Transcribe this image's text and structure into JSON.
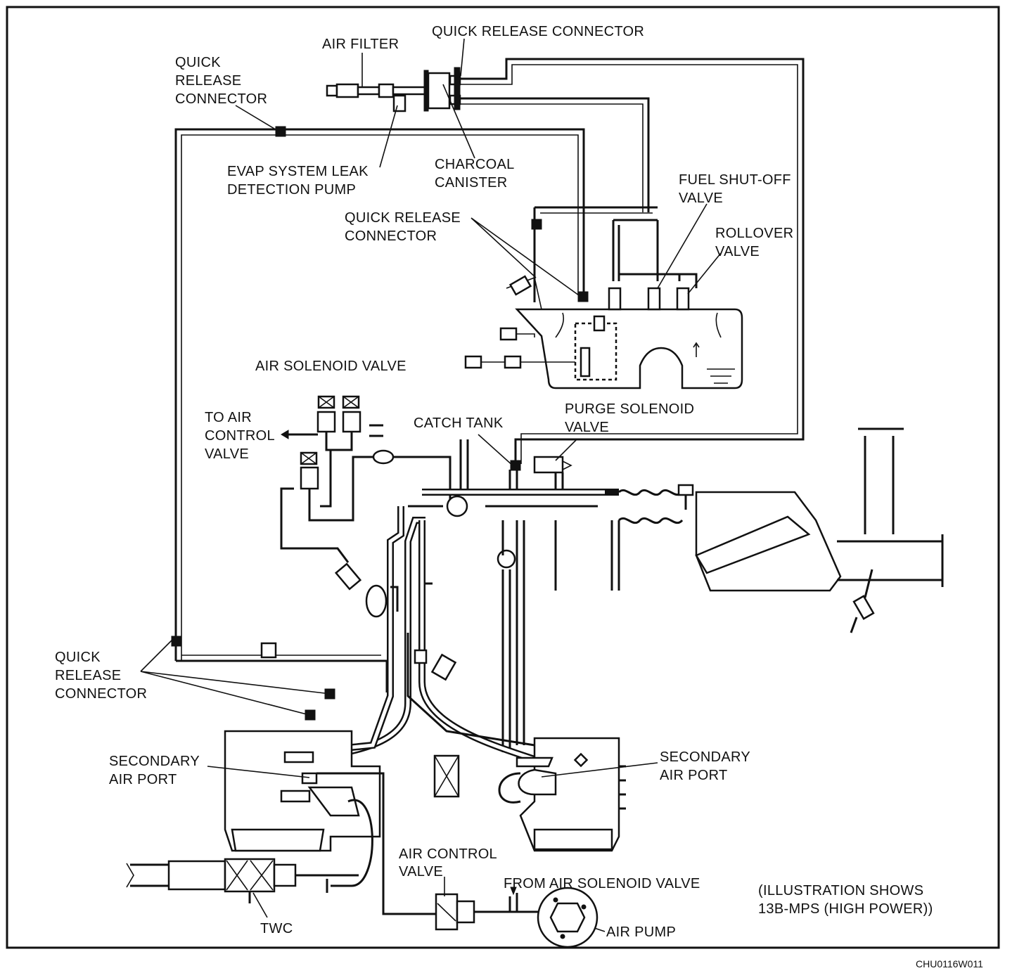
{
  "labels": {
    "air_filter": "AIR FILTER",
    "qrc_top": "QUICK RELEASE CONNECTOR",
    "qrc_left_1": "QUICK",
    "qrc_left_2": "RELEASE",
    "qrc_left_3": "CONNECTOR",
    "evap_1": "EVAP SYSTEM LEAK",
    "evap_2": "DETECTION PUMP",
    "canister_1": "CHARCOAL",
    "canister_2": "CANISTER",
    "fuel_shutoff_1": "FUEL SHUT-OFF",
    "fuel_shutoff_2": "VALVE",
    "rollover_1": "ROLLOVER",
    "rollover_2": "VALVE",
    "qrc_mid_1": "QUICK RELEASE",
    "qrc_mid_2": "CONNECTOR",
    "air_solenoid": "AIR SOLENOID VALVE",
    "to_air_1": "TO AIR",
    "to_air_2": "CONTROL",
    "to_air_3": "VALVE",
    "catch_tank": "CATCH TANK",
    "purge_1": "PURGE SOLENOID",
    "purge_2": "VALVE",
    "qrc_low_1": "QUICK",
    "qrc_low_2": "RELEASE",
    "qrc_low_3": "CONNECTOR",
    "sec_left_1": "SECONDARY",
    "sec_left_2": "AIR PORT",
    "sec_right_1": "SECONDARY",
    "sec_right_2": "AIR PORT",
    "air_control_1": "AIR CONTROL",
    "air_control_2": "VALVE",
    "from_air_solenoid": "FROM AIR SOLENOID VALVE",
    "illustration_1": "(ILLUSTRATION SHOWS",
    "illustration_2": "13B-MPS (HIGH POWER))",
    "twc": "TWC",
    "air_pump": "AIR PUMP",
    "code": "CHU0116W011"
  }
}
